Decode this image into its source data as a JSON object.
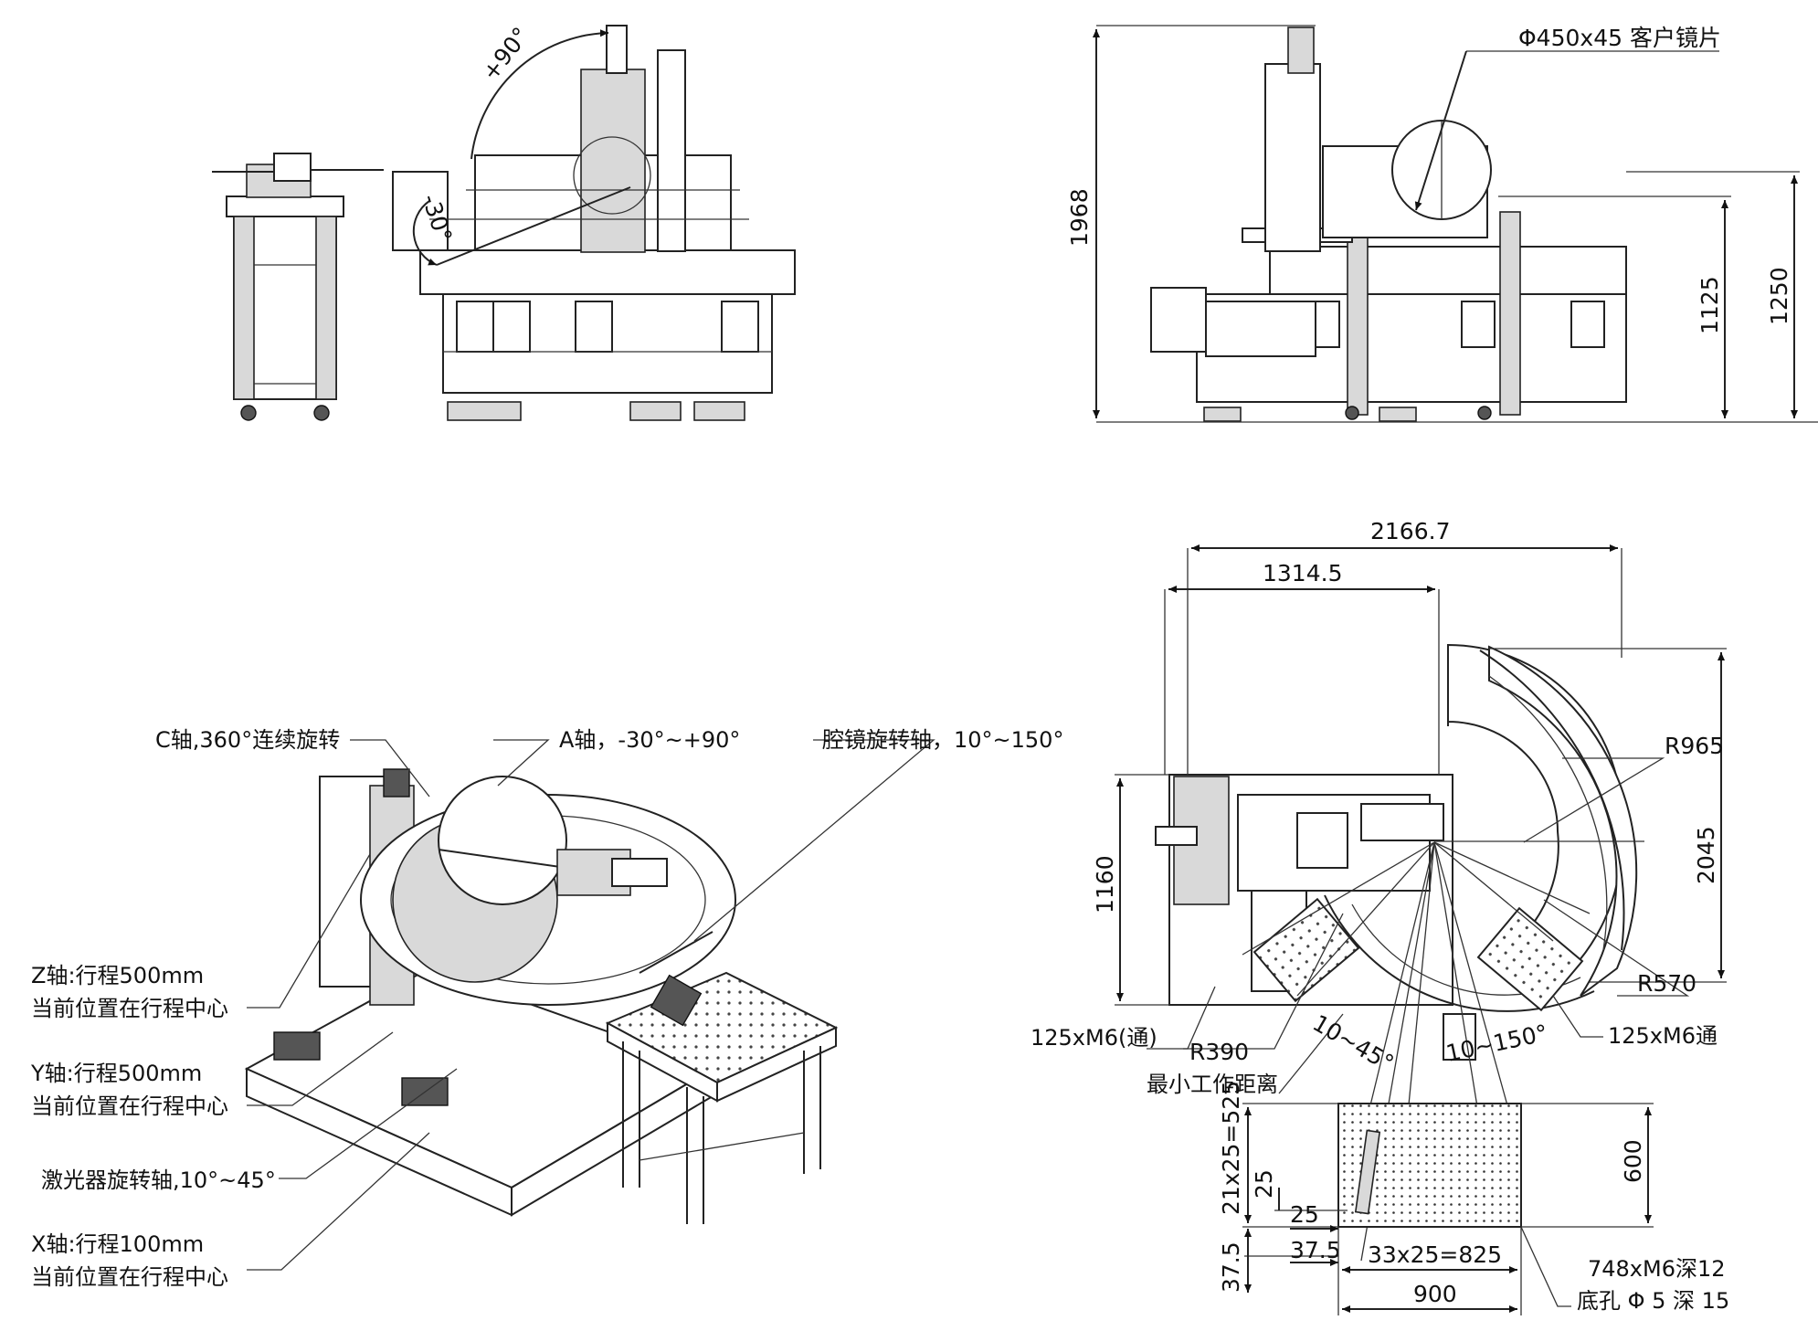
{
  "front_view": {
    "angle_up": "+90°",
    "angle_down": "-30°"
  },
  "side_view": {
    "mirror_label": "Φ450x45 客户镜片",
    "dim_total_height": "1968",
    "dim_table_height": "1125",
    "dim_top_height": "1250"
  },
  "iso_view": {
    "callout_c_axis": "C轴,360°连续旋转",
    "callout_a_axis": "A轴，-30°~+90°",
    "callout_endoscope": "腔镜旋转轴，10°~150°",
    "callout_z_axis": [
      "Z轴:行程500mm",
      "当前位置在行程中心"
    ],
    "callout_y_axis": [
      "Y轴:行程500mm",
      "当前位置在行程中心"
    ],
    "callout_laser": "激光器旋转轴,10°~45°",
    "callout_x_axis": [
      "X轴:行程100mm",
      "当前位置在行程中心"
    ]
  },
  "top_view": {
    "dim_width_total": "2166.7",
    "dim_width_main": "1314.5",
    "dim_height_total": "2045",
    "dim_height_main": "1160",
    "radius_outer": "R965",
    "radius_inner": "R570",
    "radius_min": "R390",
    "min_work_distance": "最小工作距离",
    "holes_left": "125xM6(通)",
    "holes_right": "125xM6通",
    "angle_laser": "10~45°",
    "angle_scope": "10~150°",
    "table_dim_vertical_total": "21x25=525",
    "table_dim_25_v": "25",
    "table_dim_25_h": "25",
    "table_dim_37_5_v": "37.5",
    "table_dim_37_5_h": "37.5",
    "table_dim_horizontal": "33x25=825",
    "table_dim_width": "900",
    "table_dim_height": "600",
    "table_holes": "748xM6深12",
    "table_bottom_hole": "底孔 Φ 5 深 15"
  }
}
